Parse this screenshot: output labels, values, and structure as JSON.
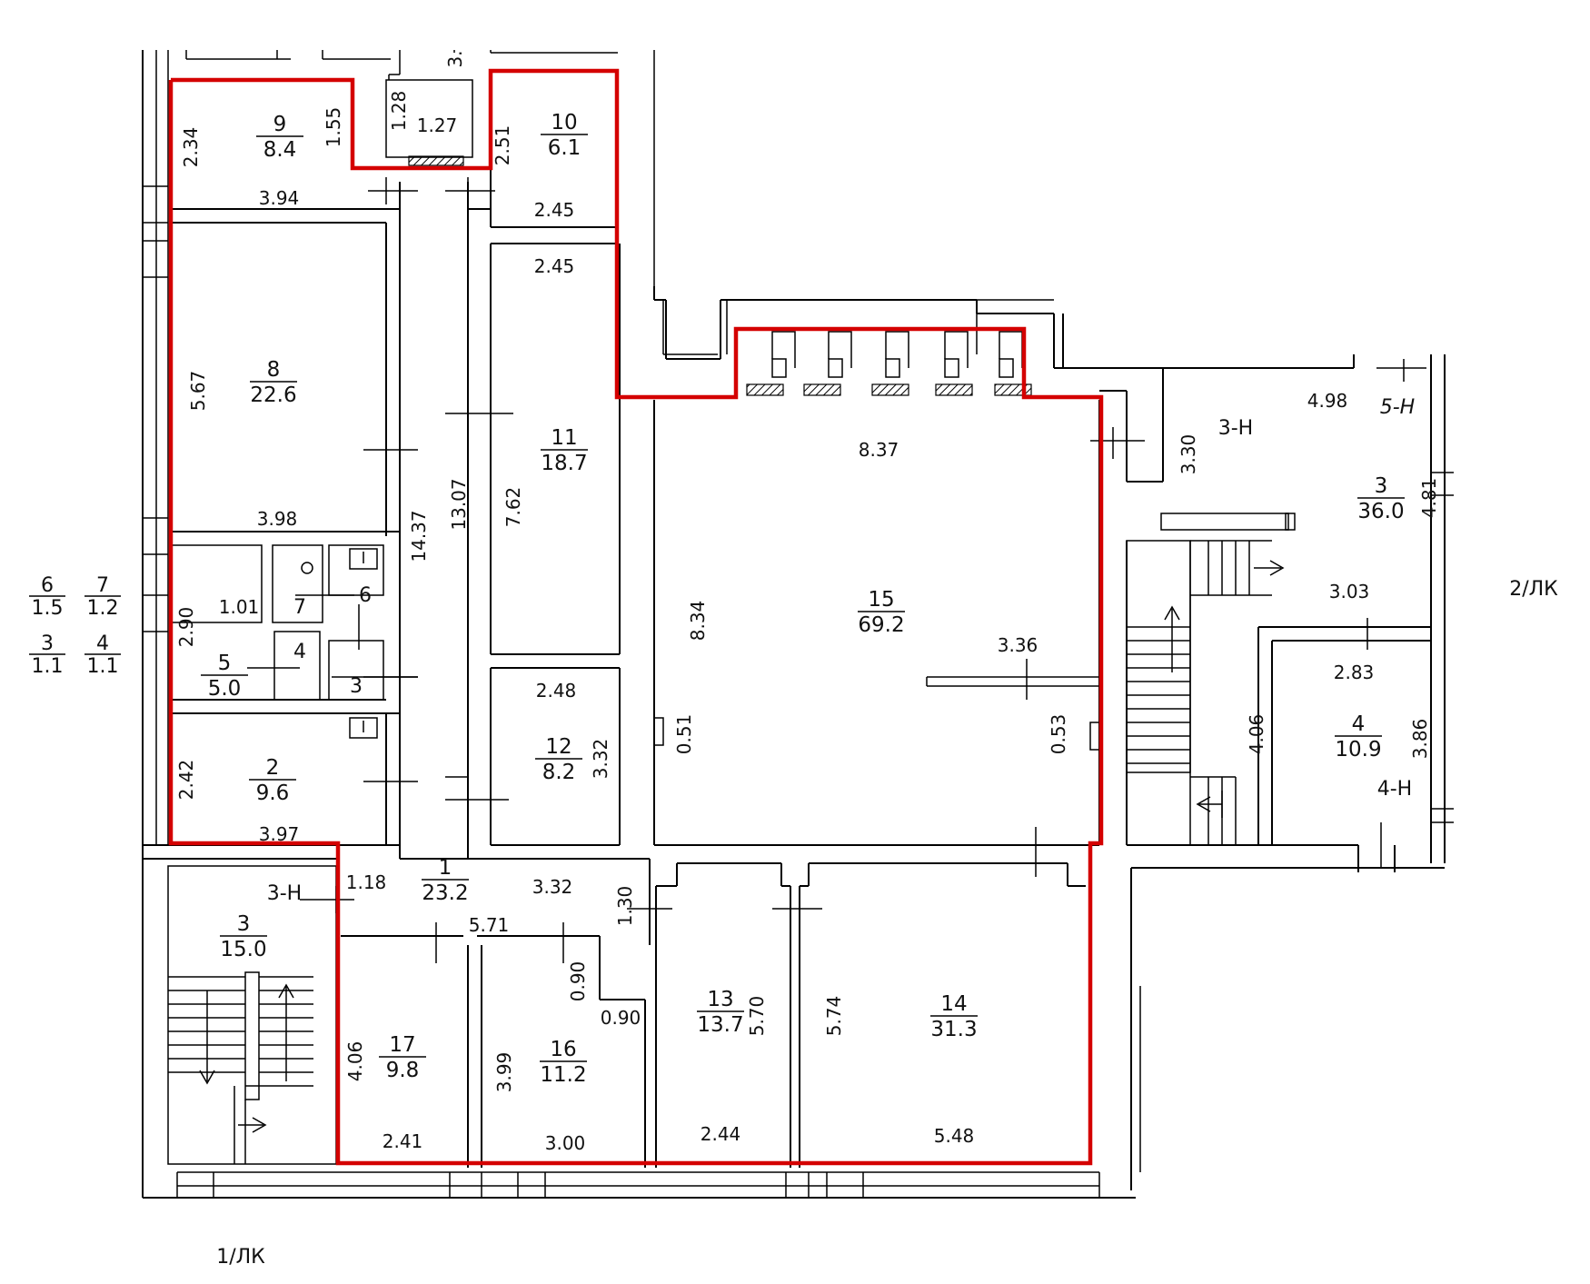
{
  "colors": {
    "highlight": "#d40000",
    "line": "#000000",
    "background": "#ffffff"
  },
  "rooms": [
    {
      "num": "9",
      "area": "8.4",
      "top": true
    },
    {
      "num": "10",
      "area": "6.1"
    },
    {
      "num": "8",
      "area": "22.6"
    },
    {
      "num": "11",
      "area": "18.7"
    },
    {
      "num": "15",
      "area": "69.2"
    },
    {
      "num": "3",
      "area": "36.0"
    },
    {
      "num": "4",
      "area": "10.9"
    },
    {
      "num": "12",
      "area": "8.2"
    },
    {
      "num": "5",
      "area": "5.0"
    },
    {
      "num": "2",
      "area": "9.6"
    },
    {
      "num": "1",
      "area": "23.2"
    },
    {
      "num": "3",
      "area": "15.0"
    },
    {
      "num": "17",
      "area": "9.8"
    },
    {
      "num": "16",
      "area": "11.2"
    },
    {
      "num": "13",
      "area": "13.7"
    },
    {
      "num": "14",
      "area": "31.3"
    }
  ],
  "small_labels": [
    "7",
    "6",
    "4",
    "3"
  ],
  "legend": [
    {
      "num": "6",
      "area": "1.5"
    },
    {
      "num": "7",
      "area": "1.2"
    },
    {
      "num": "3",
      "area": "1.1"
    },
    {
      "num": "4",
      "area": "1.1"
    }
  ],
  "dimensions": [
    "2.34",
    "1.55",
    "3.94",
    "1.28",
    "1.27",
    "3.",
    "2.51",
    "2.45",
    "2.45",
    "5.67",
    "3.98",
    "14.37",
    "13.07",
    "7.62",
    "8.37",
    "4.98",
    "3.30",
    "4.81",
    "2.90",
    "1.01",
    "8.34",
    "3.36",
    "3.03",
    "2.83",
    "4.06",
    "3.86",
    "2.48",
    "3.32",
    "0.51",
    "0.53",
    "2.42",
    "3.97",
    "1.18",
    "3.32",
    "1.30",
    "5.71",
    "0.90",
    "0.90",
    "4.06",
    "3.99",
    "5.70",
    "5.74",
    "2.41",
    "3.00",
    "2.44",
    "5.48"
  ],
  "markers": [
    "3-Н",
    "5-Н",
    "4-Н",
    "3-Н",
    "2/ЛК",
    "1/ЛК"
  ]
}
